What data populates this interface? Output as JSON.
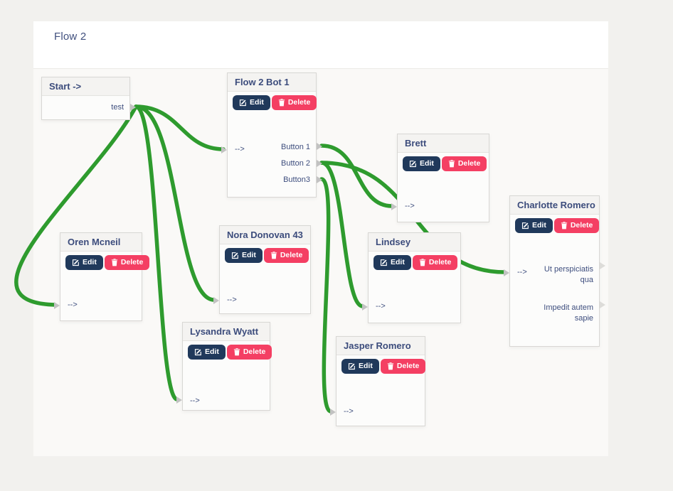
{
  "page": {
    "title": "Flow 2"
  },
  "common": {
    "edit_label": "Edit",
    "delete_label": "Delete",
    "input_arrow": "-->"
  },
  "nodes": {
    "start": {
      "title": "Start ->",
      "output": "test"
    },
    "bot": {
      "title": "Flow 2 Bot 1",
      "outputs": [
        "Button 1",
        "Button 2",
        "Button3"
      ]
    },
    "oren": {
      "title": "Oren Mcneil"
    },
    "nora": {
      "title": "Nora Donovan 43"
    },
    "lysandra": {
      "title": "Lysandra Wyatt"
    },
    "brett": {
      "title": "Brett"
    },
    "lindsey": {
      "title": "Lindsey"
    },
    "jasper": {
      "title": "Jasper Romero"
    },
    "charlotte": {
      "title": "Charlotte Romero",
      "outputs": [
        "Ut perspiciatis qua",
        "Impedit autem sapie"
      ]
    }
  },
  "connections": [
    {
      "from": "start.test",
      "to": "bot.input"
    },
    {
      "from": "start.test",
      "to": "oren.input"
    },
    {
      "from": "start.test",
      "to": "nora.input"
    },
    {
      "from": "start.test",
      "to": "lysandra.input"
    },
    {
      "from": "bot.Button 1",
      "to": "brett.input"
    },
    {
      "from": "bot.Button 2",
      "to": "charlotte.input"
    },
    {
      "from": "bot.Button 2",
      "to": "lindsey.input"
    },
    {
      "from": "bot.Button3",
      "to": "jasper.input"
    }
  ],
  "colors": {
    "wire_green": "#2e9b2e",
    "edit_navy": "#20395b",
    "delete_pink": "#f43f63",
    "node_title_navy": "#3c4c7c",
    "canvas_bg": "#faf9f7",
    "page_bg": "#f2f1ee"
  }
}
